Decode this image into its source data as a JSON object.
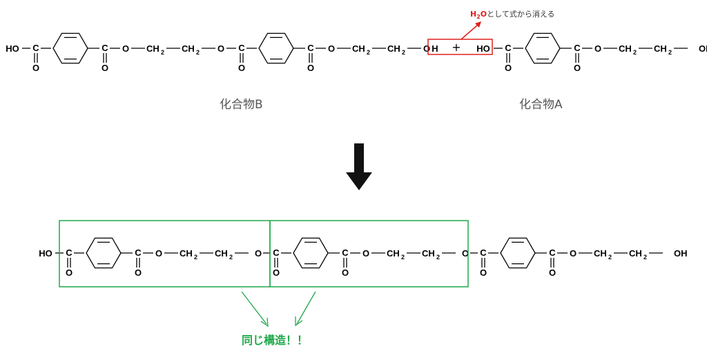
{
  "atoms": {
    "ho": "HO",
    "oh": "OH",
    "carbon": "C",
    "oxygen": "O",
    "ch2": "CH",
    "sub2": "2",
    "hydrogen": "H"
  },
  "plus": "+",
  "labels": {
    "compound_b": "化合物B",
    "compound_a": "化合物A"
  },
  "annotation": {
    "h2o_main": "H",
    "h2o_sub": "2",
    "h2o_o": "O",
    "text": "として式から消える"
  },
  "same_structure": "同じ構造！！",
  "colors": {
    "removed_box": "#e0201e",
    "repeat_box": "#1fa84a",
    "arrow": "#111111"
  }
}
